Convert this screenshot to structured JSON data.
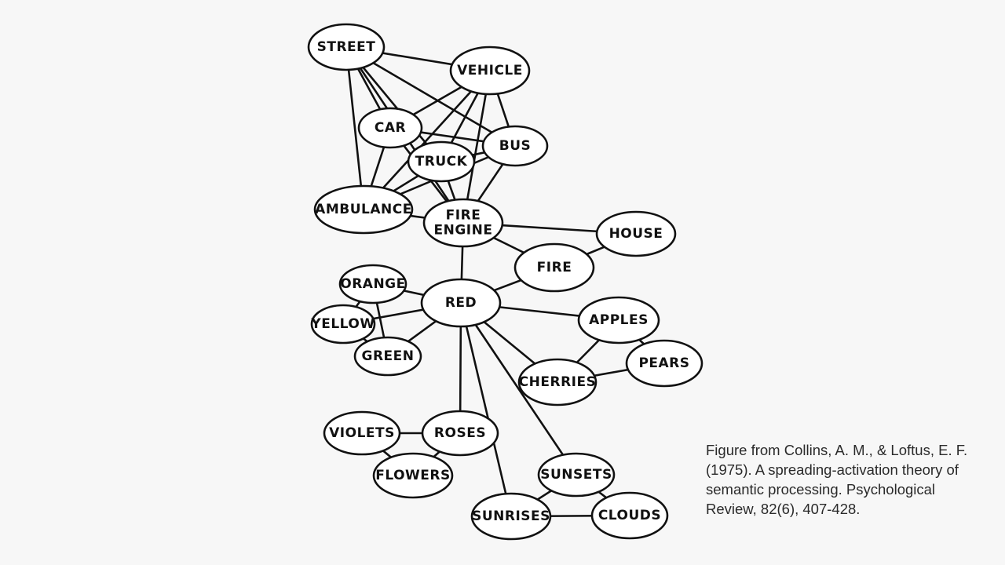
{
  "diagram": {
    "nodes": [
      {
        "id": "street",
        "lines": [
          "STREET"
        ]
      },
      {
        "id": "vehicle",
        "lines": [
          "VEHICLE"
        ]
      },
      {
        "id": "car",
        "lines": [
          "CAR"
        ]
      },
      {
        "id": "bus",
        "lines": [
          "BUS"
        ]
      },
      {
        "id": "truck",
        "lines": [
          "TRUCK"
        ]
      },
      {
        "id": "ambulance",
        "lines": [
          "AMBULANCE"
        ]
      },
      {
        "id": "fire_engine",
        "lines": [
          "FIRE",
          "ENGINE"
        ]
      },
      {
        "id": "house",
        "lines": [
          "HOUSE"
        ]
      },
      {
        "id": "fire",
        "lines": [
          "FIRE"
        ]
      },
      {
        "id": "orange",
        "lines": [
          "ORANGE"
        ]
      },
      {
        "id": "red",
        "lines": [
          "RED"
        ]
      },
      {
        "id": "yellow",
        "lines": [
          "YELLOW"
        ]
      },
      {
        "id": "green",
        "lines": [
          "GREEN"
        ]
      },
      {
        "id": "apples",
        "lines": [
          "APPLES"
        ]
      },
      {
        "id": "pears",
        "lines": [
          "PEARS"
        ]
      },
      {
        "id": "cherries",
        "lines": [
          "CHERRIES"
        ]
      },
      {
        "id": "violets",
        "lines": [
          "VIOLETS"
        ]
      },
      {
        "id": "roses",
        "lines": [
          "ROSES"
        ]
      },
      {
        "id": "flowers",
        "lines": [
          "FLOWERS"
        ]
      },
      {
        "id": "sunsets",
        "lines": [
          "SUNSETS"
        ]
      },
      {
        "id": "sunrises",
        "lines": [
          "SUNRISES"
        ]
      },
      {
        "id": "clouds",
        "lines": [
          "CLOUDS"
        ]
      }
    ],
    "edges": [
      [
        "street",
        "vehicle"
      ],
      [
        "street",
        "car"
      ],
      [
        "street",
        "truck"
      ],
      [
        "street",
        "bus"
      ],
      [
        "street",
        "ambulance"
      ],
      [
        "street",
        "fire_engine"
      ],
      [
        "vehicle",
        "car"
      ],
      [
        "vehicle",
        "truck"
      ],
      [
        "vehicle",
        "bus"
      ],
      [
        "vehicle",
        "ambulance"
      ],
      [
        "vehicle",
        "fire_engine"
      ],
      [
        "car",
        "bus"
      ],
      [
        "car",
        "ambulance"
      ],
      [
        "car",
        "fire_engine"
      ],
      [
        "truck",
        "bus"
      ],
      [
        "truck",
        "ambulance"
      ],
      [
        "truck",
        "fire_engine"
      ],
      [
        "bus",
        "ambulance"
      ],
      [
        "bus",
        "fire_engine"
      ],
      [
        "ambulance",
        "fire_engine"
      ],
      [
        "fire_engine",
        "house"
      ],
      [
        "fire_engine",
        "fire"
      ],
      [
        "fire_engine",
        "red"
      ],
      [
        "house",
        "fire"
      ],
      [
        "fire",
        "red"
      ],
      [
        "orange",
        "red"
      ],
      [
        "orange",
        "yellow"
      ],
      [
        "orange",
        "green"
      ],
      [
        "yellow",
        "red"
      ],
      [
        "yellow",
        "green"
      ],
      [
        "green",
        "red"
      ],
      [
        "red",
        "apples"
      ],
      [
        "red",
        "cherries"
      ],
      [
        "red",
        "roses"
      ],
      [
        "red",
        "sunsets"
      ],
      [
        "red",
        "sunrises"
      ],
      [
        "apples",
        "pears"
      ],
      [
        "apples",
        "cherries"
      ],
      [
        "cherries",
        "pears"
      ],
      [
        "violets",
        "roses"
      ],
      [
        "violets",
        "flowers"
      ],
      [
        "roses",
        "flowers"
      ],
      [
        "sunsets",
        "sunrises"
      ],
      [
        "sunsets",
        "clouds"
      ],
      [
        "sunrises",
        "clouds"
      ]
    ]
  },
  "caption": "Figure from Collins, A. M., & Loftus, E. F. (1975). A spreading-activation theory of semantic processing. Psychological Review, 82(6), 407-428."
}
